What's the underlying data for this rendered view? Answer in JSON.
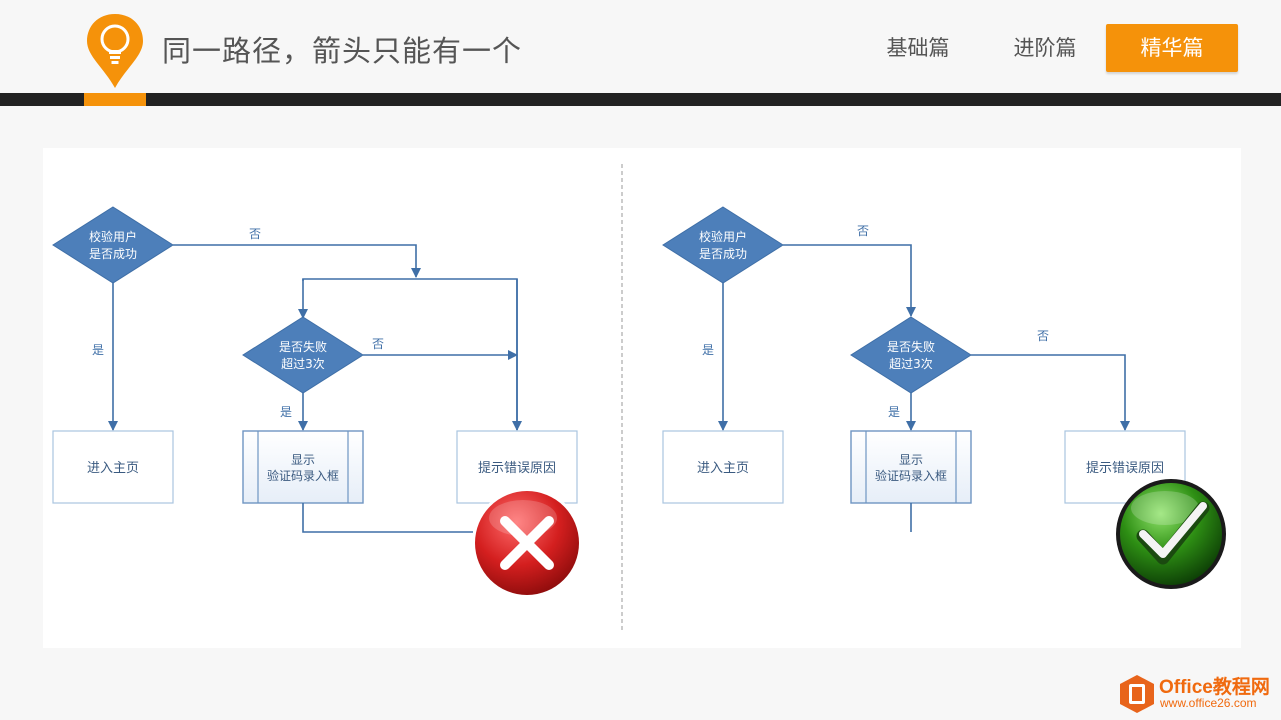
{
  "header": {
    "title": "同一路径，箭头只能有一个",
    "tabs": [
      {
        "label": "基础篇",
        "active": false
      },
      {
        "label": "进阶篇",
        "active": false
      },
      {
        "label": "精华篇",
        "active": true
      }
    ]
  },
  "colors": {
    "accent": "#f5920a",
    "dark_bar": "#222222",
    "diagram_stroke": "#3f6fa7",
    "diamond_fill": "#4d7fba",
    "box_border": "#a9c4e0",
    "wrong_mark": "#cc1d1d",
    "correct_mark": "#2d8a17"
  },
  "diagram_wrong": {
    "decision1": [
      "校验用户",
      "是否成功"
    ],
    "decision2": [
      "是否失败",
      "超过3次"
    ],
    "label_no_1": "否",
    "label_no_2": "否",
    "label_yes_1": "是",
    "label_yes_2": "是",
    "box_home": "进入主页",
    "box_captcha": [
      "显示",
      "验证码录入框"
    ],
    "box_error": "提示错误原因",
    "verdict_icon": "cross-icon"
  },
  "diagram_right": {
    "decision1": [
      "校验用户",
      "是否成功"
    ],
    "decision2": [
      "是否失败",
      "超过3次"
    ],
    "label_no_1": "否",
    "label_no_2": "否",
    "label_yes_1": "是",
    "label_yes_2": "是",
    "box_home": "进入主页",
    "box_captcha": [
      "显示",
      "验证码录入框"
    ],
    "box_error": "提示错误原因",
    "verdict_icon": "check-icon"
  },
  "watermark": {
    "brand": "Office教程网",
    "url": "www.office26.com"
  }
}
